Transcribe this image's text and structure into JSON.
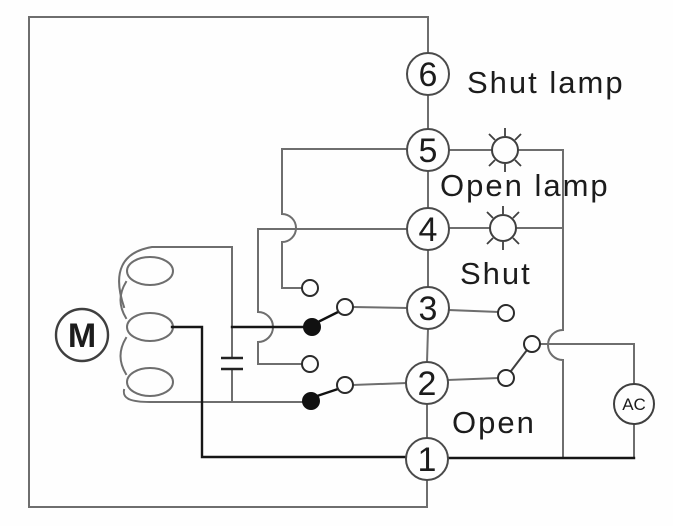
{
  "diagram": {
    "type": "valve-actuator-wiring-diagram",
    "colors": {
      "background": "#fefefe",
      "wire": "#6e6e6e",
      "dark_wire": "#161616",
      "component": "#3f3f3f",
      "text": "#1c1c1c"
    },
    "terminals": [
      {
        "number": "6"
      },
      {
        "number": "5"
      },
      {
        "number": "4"
      },
      {
        "number": "3"
      },
      {
        "number": "2"
      },
      {
        "number": "1"
      }
    ],
    "labels": {
      "shut_lamp": "Shut lamp",
      "open_lamp": "Open lamp",
      "shut": "Shut",
      "open": "Open"
    },
    "motor": {
      "label": "M"
    },
    "power": {
      "label": "AC"
    },
    "icons": [
      "lamp-icon-open",
      "lamp-icon-shut",
      "motor-icon",
      "ac-source-icon",
      "capacitor-icon",
      "limit-switch-upper",
      "limit-switch-lower",
      "selector-switch"
    ]
  }
}
